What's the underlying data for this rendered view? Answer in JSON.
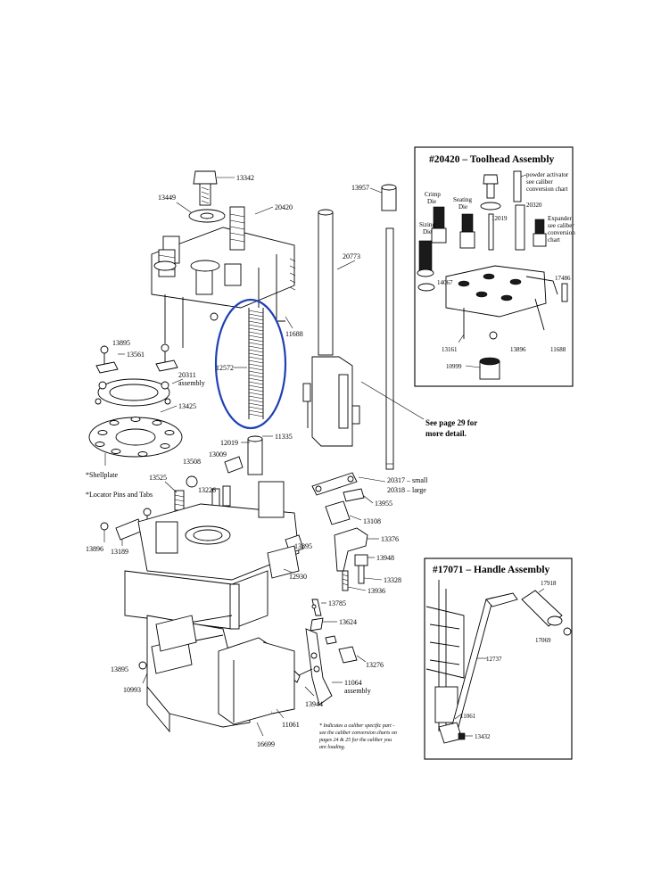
{
  "toolhead_title": "#20420 – Toolhead Assembly",
  "handle_title": "#17071 – Handle Assembly",
  "see_page_note": [
    "See page 29 for",
    "more detail."
  ],
  "caliber_note": [
    "* Indicates a caliber specific part -",
    "see the caliber conversion charts on",
    "pages 24 & 25 for the caliber you",
    "are loading."
  ],
  "highlight_color": "#1f3fb5",
  "main_labels": {
    "p13342": "13342",
    "p13449": "13449",
    "p20420": "20420",
    "p13957": "13957",
    "p20773": "20773",
    "p11688": "11688",
    "p13895a": "13895",
    "p13561": "13561",
    "p20311": "20311",
    "p20311b": "assembly",
    "p13425": "13425",
    "p12572": "12572",
    "p12019": "12019",
    "p11335": "11335",
    "p13009": "13009",
    "p13508": "13508",
    "p13525": "13525",
    "p13226": "13226",
    "shellplate": "*Shellplate",
    "locator": "*Locator Pins and Tabs",
    "p20317": "20317 – small",
    "p20318": "20318 – large",
    "p13955": "13955",
    "p13108": "13108",
    "p13896": "13896",
    "p13189": "13189",
    "p13895b": "13895",
    "p13376": "13376",
    "p13948": "13948",
    "p12930": "12930",
    "p13328": "13328",
    "p13936": "13936",
    "p13785": "13785",
    "p13624": "13624",
    "p13276": "13276",
    "p13895c": "13895",
    "p10993": "10993",
    "p11064": "11064",
    "p11064b": "assembly",
    "p13944": "13944",
    "p11061": "11061",
    "p16699": "16699"
  },
  "toolhead_labels": {
    "powder1": "powder activator",
    "powder2": "see caliber",
    "powder3": "conversion chart",
    "crimp1": "Crimp",
    "crimp2": "Die",
    "seat1": "Seating",
    "seat2": "Die",
    "p12019": "12019",
    "p20320": "20320",
    "exp1": "Expander",
    "exp2": "see caliber",
    "exp3": "conversion",
    "exp4": "chart",
    "size1": "Sizing",
    "size2": "Die",
    "p14067": "14067",
    "p17486": "17486",
    "p13161": "13161",
    "p13896": "13896",
    "p11688": "11688",
    "p10999": "10999"
  },
  "handle_labels": {
    "p17918": "17918",
    "p17069": "17069",
    "p12737": "12737",
    "p11061": "11061",
    "p13432": "13432"
  }
}
